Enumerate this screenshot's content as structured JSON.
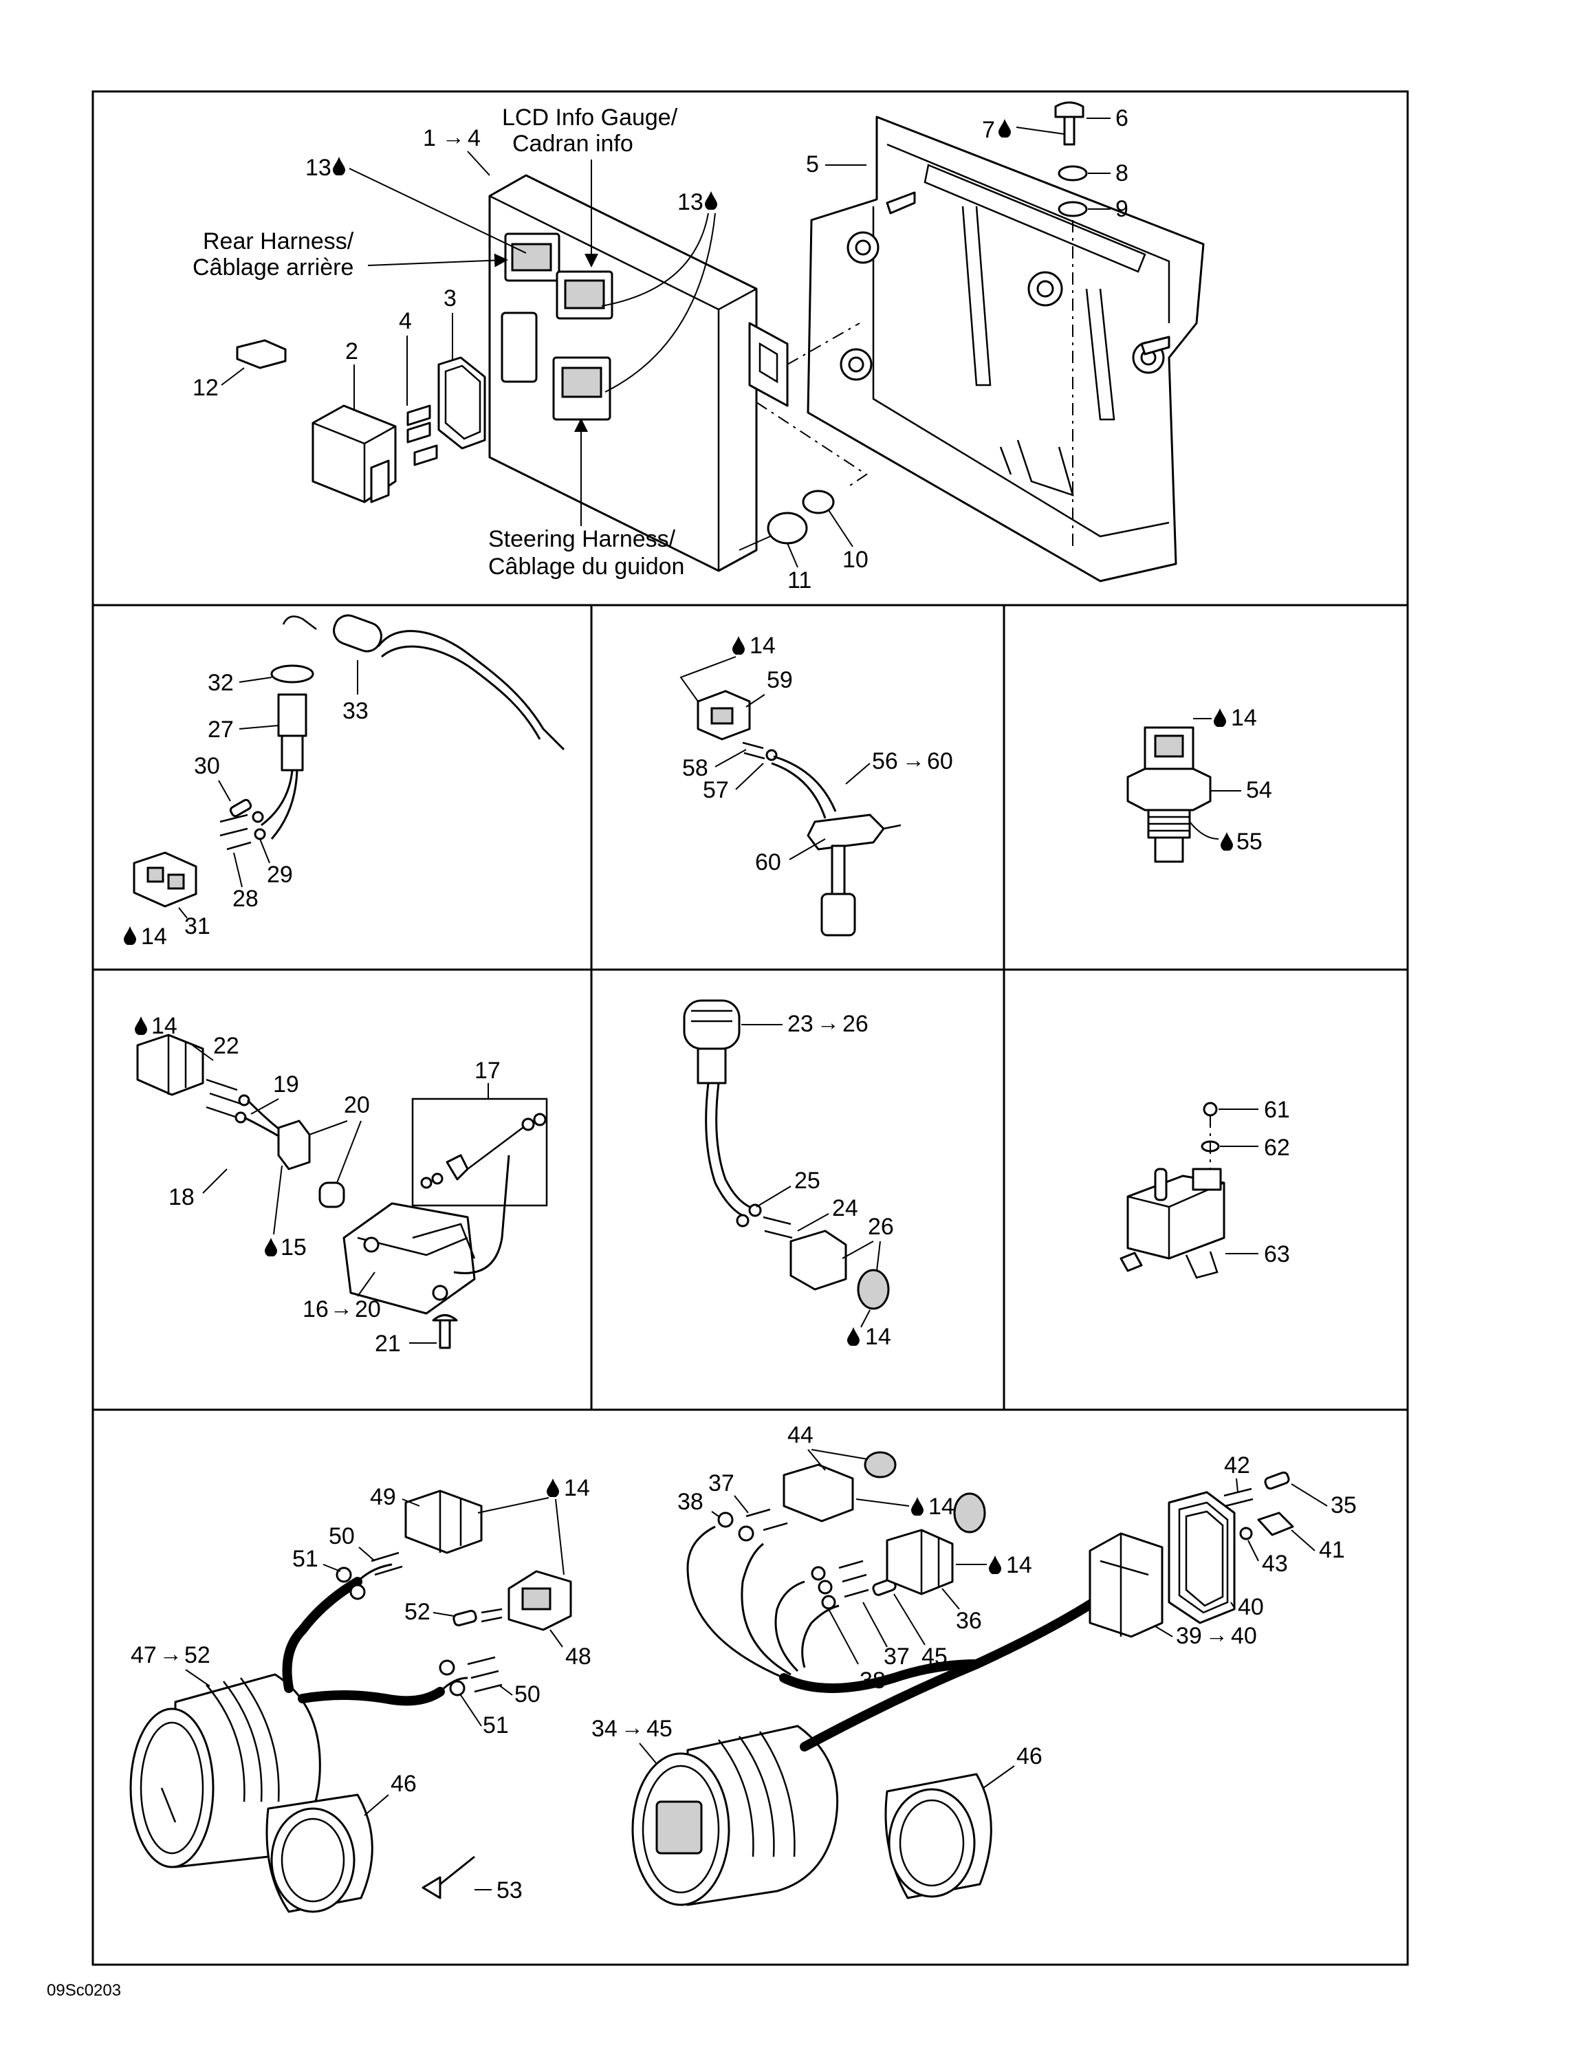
{
  "figure": {
    "drop_icon": "fluid-drop-icon",
    "arrow_icon": "range-arrow-icon",
    "figure_code": "09Sc0203",
    "callouts": {
      "p1_range": {
        "from": "1",
        "to": "4"
      },
      "lcd_gauge_line1": "LCD Info Gauge/",
      "lcd_gauge_line2": "Cadran info",
      "rear_harness_line1": "Rear Harness/",
      "rear_harness_line2": "Câblage arrière",
      "steering_harness_line1": "Steering Harness/",
      "steering_harness_line2": "Câblage du guidon",
      "n13a": "13",
      "n13b": "13",
      "n2": "2",
      "n3": "3",
      "n4": "4",
      "n5": "5",
      "n6": "6",
      "n7": "7",
      "n8": "8",
      "n9": "9",
      "n10": "10",
      "n11": "11",
      "n12": "12",
      "n32": "32",
      "n33": "33",
      "n27": "27",
      "n30": "30",
      "n29": "29",
      "n28": "28",
      "n31": "31",
      "n14_p2": "14",
      "n14_p3": "14",
      "n59": "59",
      "n58": "58",
      "n57": "57",
      "p3_range": {
        "from": "56",
        "to": "60"
      },
      "n60": "60",
      "n14_p4": "14",
      "n54": "54",
      "n55": "55",
      "n14_p5": "14",
      "n22": "22",
      "n19": "19",
      "n20": "20",
      "n17": "17",
      "n18": "18",
      "n15": "15",
      "p5_range": {
        "from": "16",
        "to": "20"
      },
      "n21": "21",
      "p6_range": {
        "from": "23",
        "to": "26"
      },
      "n25": "25",
      "n24": "24",
      "n26": "26",
      "n14_p6": "14",
      "n61": "61",
      "n62": "62",
      "n63": "63",
      "n49": "49",
      "n14_p8a": "14",
      "n50a": "50",
      "n51a": "51",
      "p8_range_a": {
        "from": "47",
        "to": "52"
      },
      "n52": "52",
      "n48": "48",
      "n50b": "50",
      "n51b": "51",
      "n46a": "46",
      "n53": "53",
      "n44": "44",
      "n38a": "38",
      "n37a": "37",
      "n14_p8b": "14",
      "n14_p8c": "14",
      "n36": "36",
      "n38b": "38",
      "n37b": "37",
      "n45": "45",
      "p8_range_b": {
        "from": "34",
        "to": "45"
      },
      "n46b": "46",
      "n42": "42",
      "n35": "35",
      "n43": "43",
      "n41": "41",
      "n40": "40",
      "p8_range_c": {
        "from": "39",
        "to": "40"
      }
    }
  }
}
